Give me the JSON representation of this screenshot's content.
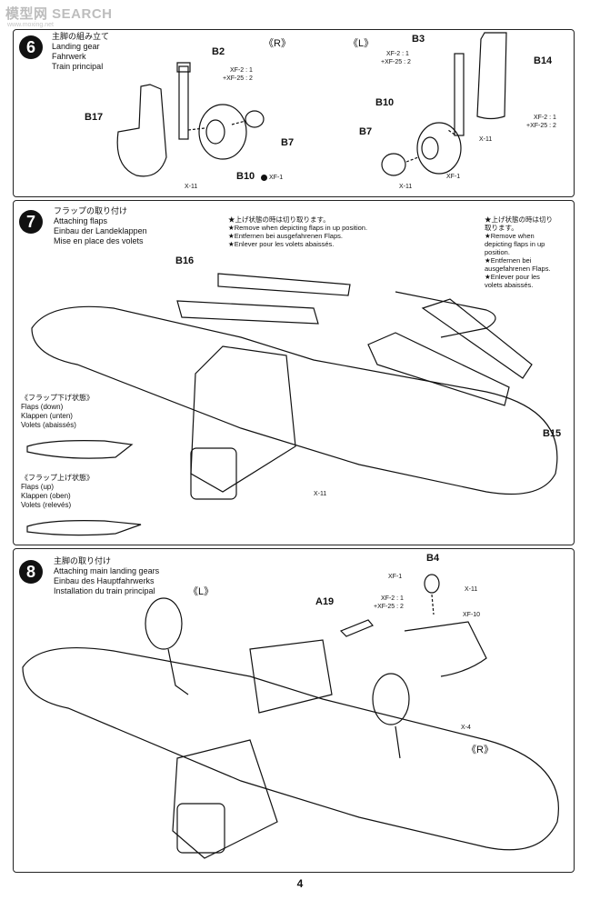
{
  "watermark": {
    "text": "模型网 SEARCH",
    "url": "www.moxing.net"
  },
  "page_number": "4",
  "step6": {
    "number": "6",
    "titles": [
      "主脚の組み立て",
      "Landing gear",
      "Fahrwerk",
      "Train principal"
    ],
    "side_r": "《R》",
    "side_l": "《L》",
    "parts": {
      "b2": "B2",
      "b17": "B17",
      "b7_r": "B7",
      "b10_r": "B10",
      "b3": "B3",
      "b14": "B14",
      "b10_l": "B10",
      "b7_l": "B7"
    },
    "paint": {
      "xf2_r": "XF-2 : 1",
      "xf25_r": "+XF-25 : 2",
      "x11_r": "X-11",
      "xf1_r": "XF-1",
      "xf2_l_top": "XF-2 : 1",
      "xf25_l_top": "+XF-25 : 2",
      "xf2_l": "XF-2 : 1",
      "xf25_l": "+XF-25 : 2",
      "x11_l1": "X-11",
      "x11_l2": "X-11",
      "xf1_l": "XF-1"
    }
  },
  "step7": {
    "number": "7",
    "titles": [
      "フラップの取り付け",
      "Attaching flaps",
      "Einbau der Landeklappen",
      "Mise en place des volets"
    ],
    "note_left": [
      "★上げ状態の時は切り取ります。",
      "★Remove when depicting flaps in up position.",
      "★Entfernen bei ausgefahrenen Flaps.",
      "★Enlever pour les volets abaissés."
    ],
    "note_right": [
      "★上げ状態の時は切り",
      "取ります。",
      "★Remove when",
      "depicting flaps in up",
      "position.",
      "★Entfernen bei",
      "ausgefahrenen Flaps.",
      "★Enlever pour les",
      "volets abaissés."
    ],
    "parts": {
      "b16": "B16",
      "b15": "B15"
    },
    "paint": {
      "x11": "X-11"
    },
    "flaps_down": [
      "《フラップ下げ状態》",
      "Flaps (down)",
      "Klappen (unten)",
      "Volets (abaissés)"
    ],
    "flaps_up": [
      "《フラップ上げ状態》",
      "Flaps (up)",
      "Klappen (oben)",
      "Volets (relevés)"
    ]
  },
  "step8": {
    "number": "8",
    "titles": [
      "主脚の取り付け",
      "Attaching main landing gears",
      "Einbau des Hauptfahrwerks",
      "Installation du train principal"
    ],
    "side_l": "《L》",
    "side_r": "《R》",
    "parts": {
      "a19": "A19",
      "b4": "B4"
    },
    "paint": {
      "xf1": "XF-1",
      "x11": "X-11",
      "xf2": "XF-2 : 1",
      "xf25": "+XF-25 : 2",
      "xf10": "XF-10",
      "x4": "X-4"
    }
  }
}
